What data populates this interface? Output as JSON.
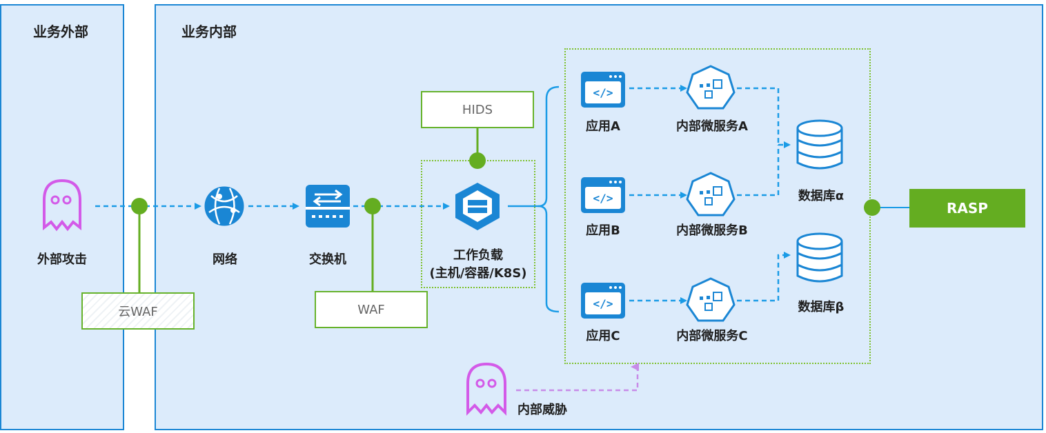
{
  "zones": {
    "outside_title": "业务外部",
    "inside_title": "业务内部"
  },
  "nodes": {
    "external_attack": "外部攻击",
    "network": "网络",
    "switch": "交换机",
    "workload_line1": "工作负载",
    "workload_line2": "(主机/容器/K8S)",
    "app_a": "应用A",
    "app_b": "应用B",
    "app_c": "应用C",
    "svc_a": "内部微服务A",
    "svc_b": "内部微服务B",
    "svc_c": "内部微服务C",
    "db_alpha": "数据库α",
    "db_beta": "数据库β",
    "internal_threat": "内部威胁"
  },
  "defenses": {
    "cloud_waf": "云WAF",
    "waf": "WAF",
    "hids": "HIDS",
    "rasp": "RASP"
  },
  "colors": {
    "zone_border": "#1a86d4",
    "zone_fill": "#dcebfb",
    "flow_line": "#1a9be6",
    "defense_green": "#64ad21",
    "threat_purple": "#c457e0"
  }
}
